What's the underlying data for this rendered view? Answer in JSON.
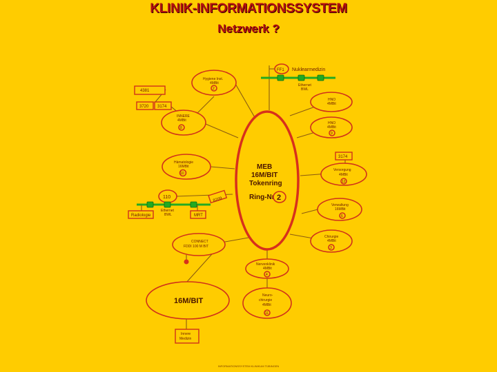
{
  "title": "KLINIK-INFORMATIONSSYSTEM",
  "subtitle": "Netzwerk ?",
  "ring": {
    "label1": "MEB",
    "label2": "16M/BIT",
    "label3": "Tokenring",
    "label4": "Ring-Nr",
    "number": "2"
  },
  "nodes": {
    "nuklear": {
      "num": "FF1",
      "name": "Nuklearmedizin",
      "eth1": "Ethernet",
      "eth2": "BWL"
    },
    "hygiene": {
      "l1": "Hygiene Inst.",
      "l2": "4MBit",
      "num": "2"
    },
    "innere": {
      "l1": "INNERE",
      "l2": "4MBit",
      "num": "8"
    },
    "hno1": {
      "l1": "HNO",
      "l2": "4MBit"
    },
    "hno2": {
      "l1": "HNO",
      "l2": "4MBit",
      "num": "9"
    },
    "haemato": {
      "l1": "Hämatologie",
      "l2": "16MBit",
      "num": "10"
    },
    "vers": {
      "l1": "Versorgung",
      "l2": "4MBit",
      "num": "12"
    },
    "n110": {
      "num": "110",
      "eth1": "Ethernet",
      "eth2": "BWL"
    },
    "verw": {
      "l1": "Verwaltung",
      "l2": "16MBit",
      "num": "6"
    },
    "chir": {
      "l1": "Chirurgie",
      "l2": "4MBit",
      "num": "3"
    },
    "fddi": {
      "l1": "CONNECT",
      "l2": "FDDI 100 M BIT"
    },
    "nerven": {
      "l1": "Nervenklinik",
      "l2": "4MBit",
      "num": "4"
    },
    "neuro": {
      "l1": "Neuro-",
      "l2": "chirurgie",
      "l3": "4MBit",
      "num": "11"
    },
    "big16": {
      "l1": "16M/BIT"
    }
  },
  "boxes": {
    "b4381": "4381",
    "b3720": "3720",
    "b3174a": "3174",
    "b3174b": "3174",
    "b8209": "8209",
    "radio": "Radiologie",
    "mrt": "MRT",
    "innere_med": {
      "l1": "Innere",
      "l2": "Medizin"
    }
  },
  "footer": "INFORMATIONSSYSTEM KLINIKUM TÜBINGEN"
}
